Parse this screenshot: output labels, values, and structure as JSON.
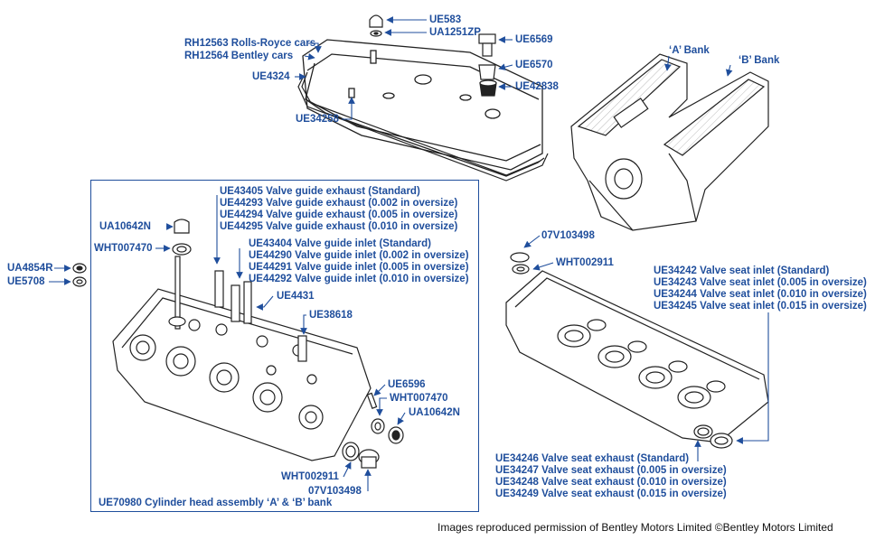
{
  "colors": {
    "leader": "#1f4e9c",
    "label": "#1f4e9c",
    "outline": "#222222",
    "credit": "#111111"
  },
  "labels": {
    "ue583": "UE583",
    "ua1251zp": "UA1251ZP",
    "rh12563": "RH12563 Rolls-Royce cars",
    "rh12564": "RH12564 Bentley cars",
    "ue4324": "UE4324",
    "ue34258": "UE34258",
    "ue6569": "UE6569",
    "ue6570": "UE6570",
    "ue42838": "UE42838",
    "a_bank": "‘A’ Bank",
    "b_bank": "‘B’ Bank",
    "guide_exhaust": [
      "UE43405 Valve guide exhaust (Standard)",
      "UE44293 Valve guide exhaust (0.002 in oversize)",
      "UE44294 Valve guide exhaust (0.005 in oversize)",
      "UE44295 Valve guide exhaust (0.010 in oversize)"
    ],
    "guide_inlet": [
      "UE43404 Valve guide inlet (Standard)",
      "UE44290 Valve guide inlet (0.002 in oversize)",
      "UE44291 Valve guide inlet (0.005 in oversize)",
      "UE44292 Valve guide inlet (0.010 in oversize)"
    ],
    "ua10642n_left": "UA10642N",
    "wht007470_left": "WHT007470",
    "ua4854r": "UA4854R",
    "ue5708": "UE5708",
    "ue4431": "UE4431",
    "ue38618": "UE38618",
    "ue6596": "UE6596",
    "wht007470_right": "WHT007470",
    "ua10642n_right": "UA10642N",
    "wht002911_bottom": "WHT002911",
    "v07_bottom": "07V103498",
    "cyl_head": "UE70980 Cylinder head assembly ‘A’ & ‘B’ bank",
    "v07_right": "07V103498",
    "wht002911_right": "WHT002911",
    "seat_inlet": [
      "UE34242 Valve seat inlet (Standard)",
      "UE34243 Valve seat inlet (0.005 in oversize)",
      "UE34244 Valve seat inlet (0.010 in oversize)",
      "UE34245 Valve seat inlet (0.015 in oversize)"
    ],
    "seat_exhaust": [
      "UE34246 Valve seat exhaust (Standard)",
      "UE34247 Valve seat exhaust (0.005 in oversize)",
      "UE34248 Valve seat exhaust (0.010 in oversize)",
      "UE34249 Valve seat exhaust (0.015 in oversize)"
    ]
  },
  "credit": "Images reproduced permission of Bentley Motors Limited ©Bentley Motors Limited"
}
